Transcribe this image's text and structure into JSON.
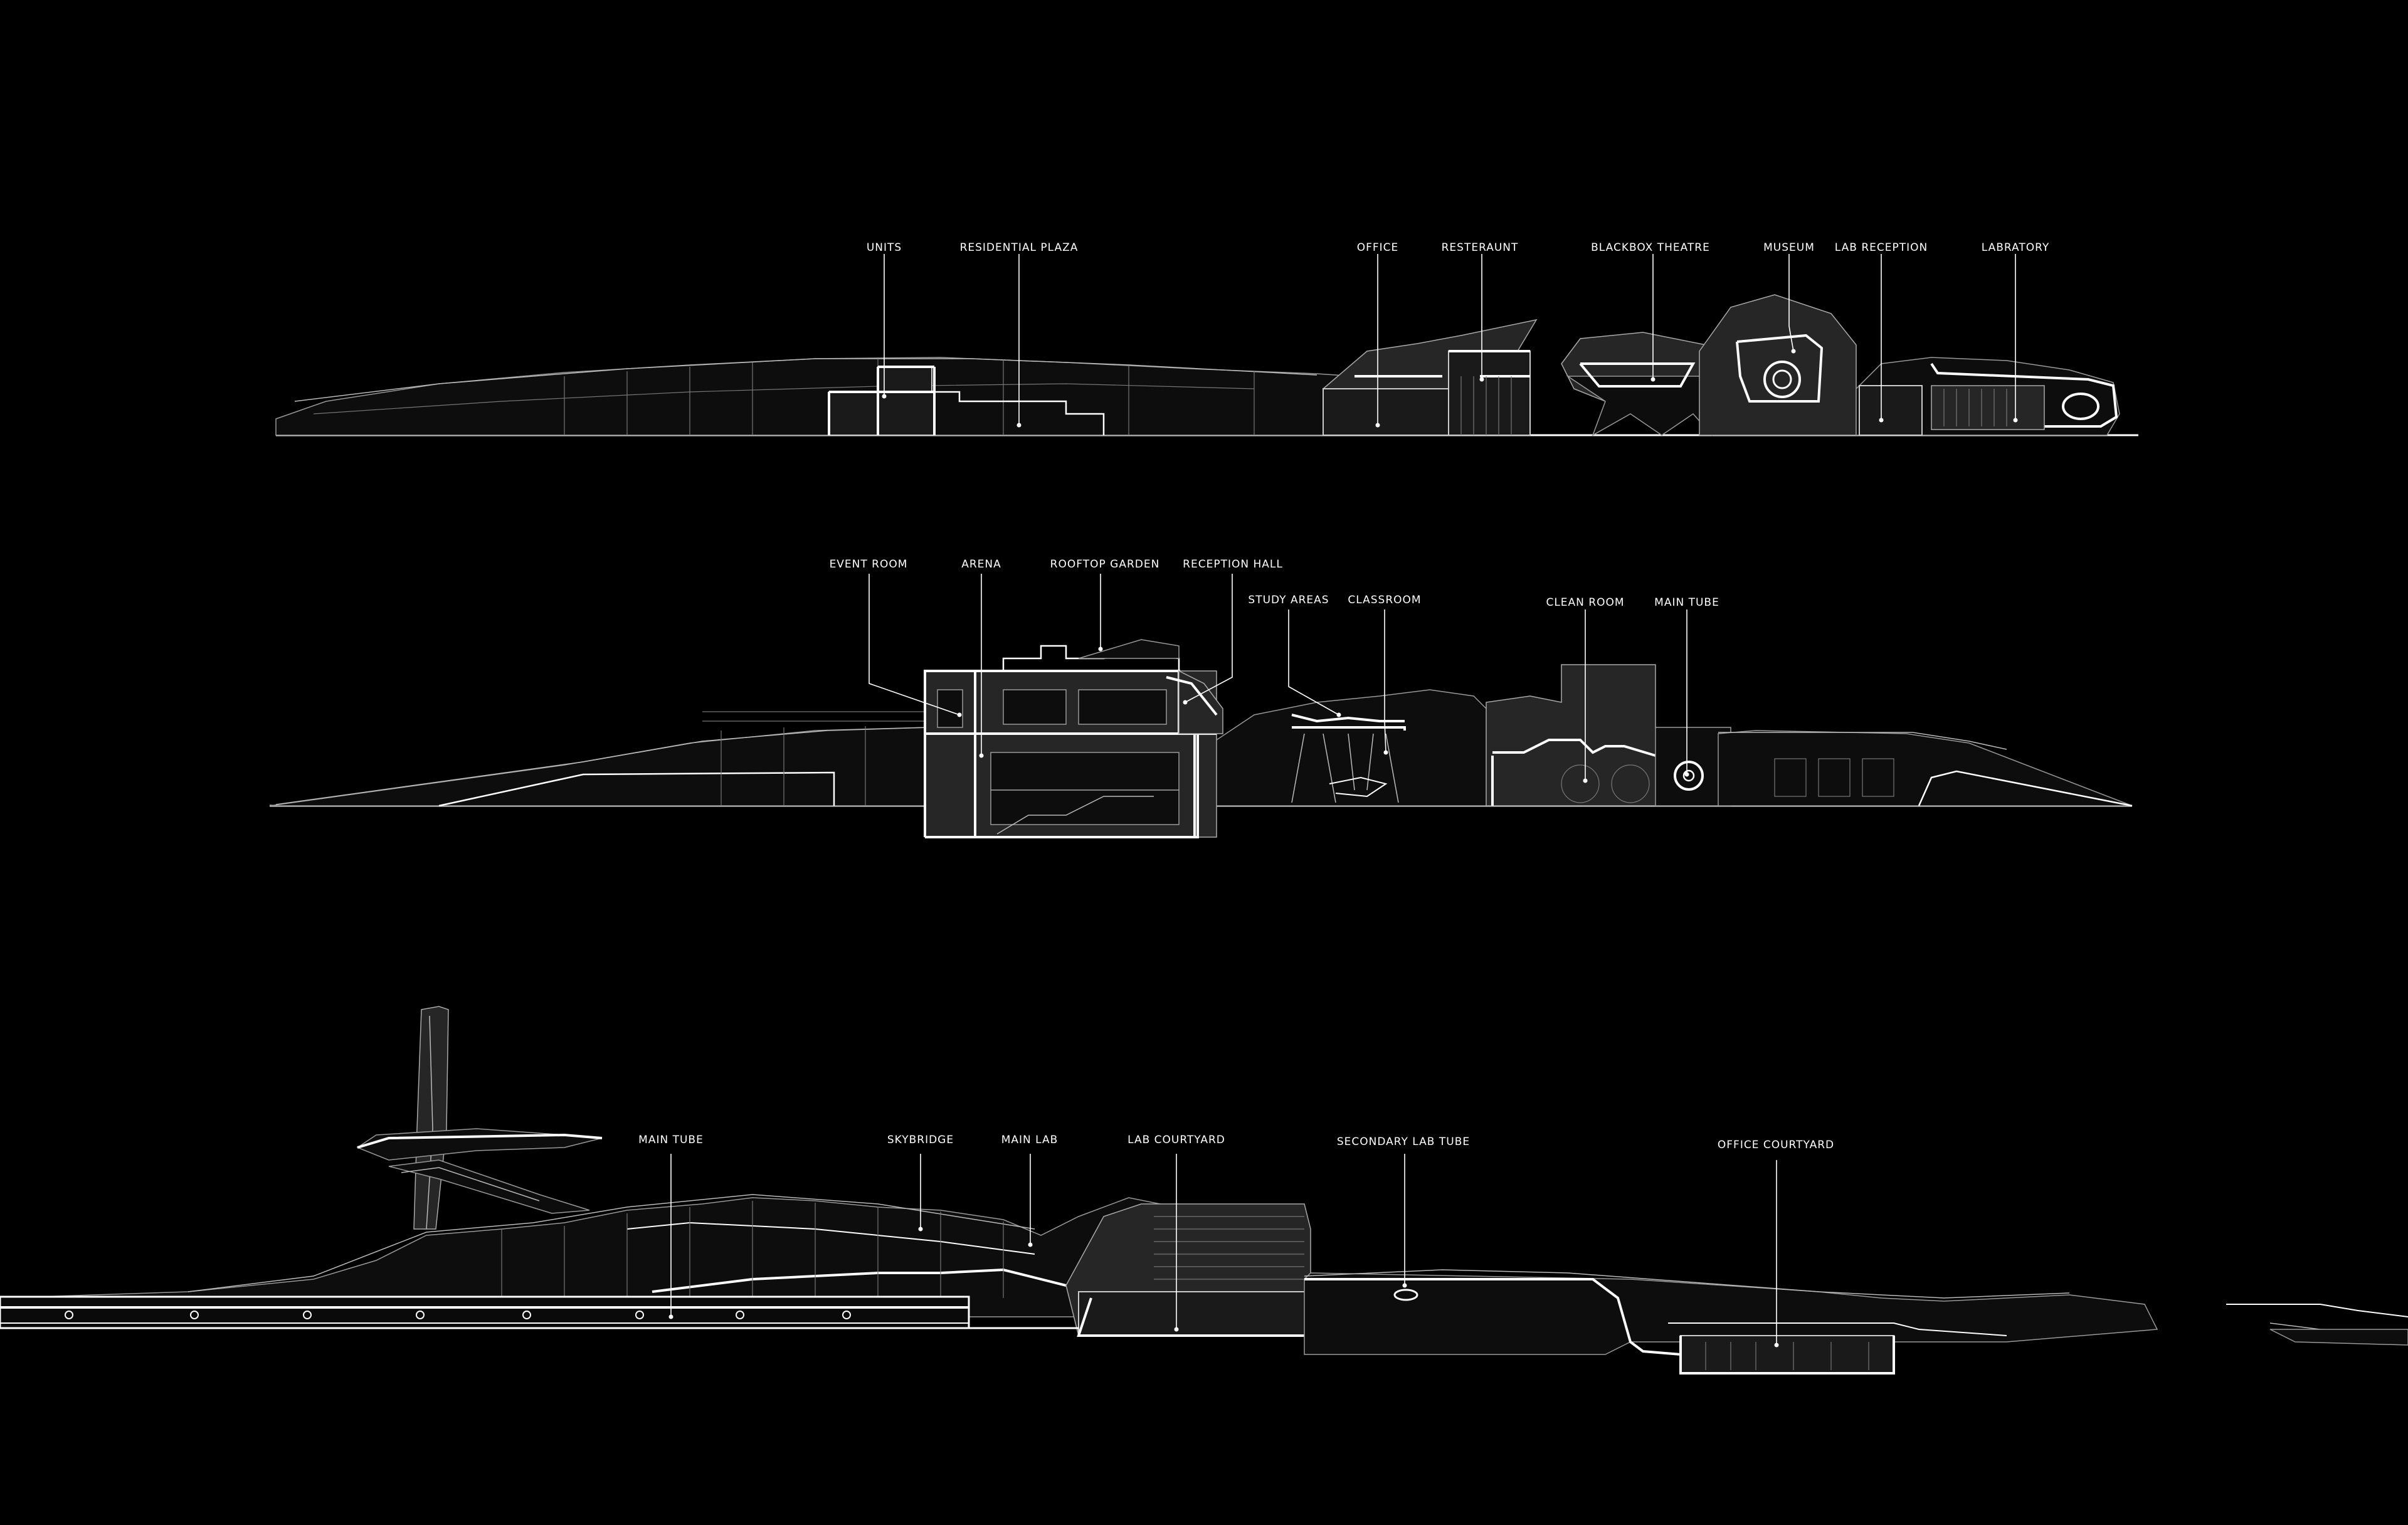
{
  "sections": [
    {
      "id": "section-top",
      "labels": [
        "UNITS",
        "RESIDENTIAL PLAZA",
        "OFFICE",
        "RESTERAUNT",
        "BLACKBOX THEATRE",
        "MUSEUM",
        "LAB RECEPTION",
        "LABRATORY"
      ]
    },
    {
      "id": "section-middle",
      "labels": [
        "EVENT ROOM",
        "ARENA",
        "ROOFTOP GARDEN",
        "RECEPTION HALL",
        "STUDY AREAS",
        "CLASSROOM",
        "CLEAN ROOM",
        "MAIN TUBE"
      ]
    },
    {
      "id": "section-bottom",
      "labels": [
        "MAIN TUBE",
        "SKYBRIDGE",
        "MAIN LAB",
        "LAB COURTYARD",
        "SECONDARY LAB TUBE",
        "OFFICE COURTYARD"
      ]
    }
  ]
}
